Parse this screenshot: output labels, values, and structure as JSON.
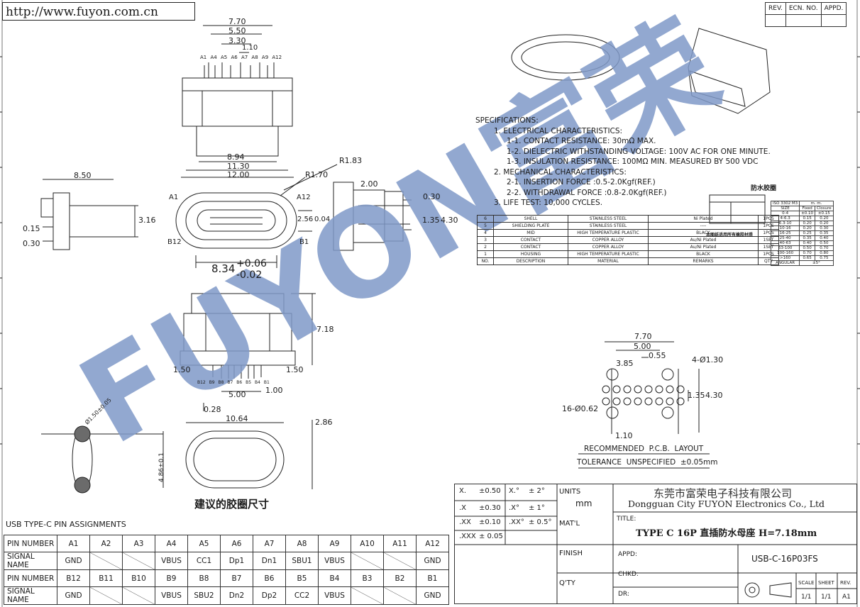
{
  "header": {
    "url": "http://www.fuyon.com.cn",
    "rev_headers": [
      "REV.",
      "ECN. NO.",
      "APPD."
    ]
  },
  "watermark": {
    "text": "FUYON富荣",
    "color": "#7f99c8"
  },
  "top_view": {
    "dims": [
      "7.70",
      "5.50",
      "3.30",
      "1.10",
      "8.94",
      "11.30",
      "12.00"
    ],
    "pins": [
      "A1",
      "A4",
      "A5",
      "A6",
      "A7",
      "A8",
      "A9",
      "A12"
    ]
  },
  "side_view_left": {
    "dims": [
      "8.50",
      "3.16",
      "0.15",
      "0.30"
    ]
  },
  "front_view": {
    "dims": [
      "R1.83",
      "R1.70",
      "2.56",
      "0.04",
      "8.34",
      "+0.06",
      "-0.02"
    ],
    "labels": [
      "A1",
      "A12",
      "B12",
      "B1"
    ]
  },
  "side_view_right": {
    "dims": [
      "2.00",
      "0.30",
      "1.35",
      "4.30"
    ]
  },
  "bottom_view": {
    "dims": [
      "7.18",
      "1.50",
      "1.50",
      "0.28",
      "5.00",
      "1.00"
    ],
    "pins": [
      "B12",
      "B9",
      "B8",
      "B7",
      "B6",
      "B5",
      "B4",
      "B1"
    ]
  },
  "gasket": {
    "dims": [
      "10.64",
      "2.86",
      "4.86±0.1",
      "Ø1.50±0.05"
    ],
    "caption": "建议的胶圈尺寸"
  },
  "pcb_layout": {
    "dims": [
      "7.70",
      "5.00",
      "0.55",
      "3.85",
      "4-Ø1.30",
      "1.35",
      "4.30",
      "16-Ø0.62",
      "1.10"
    ],
    "title": "RECOMMENDED  P.C.B.  LAYOUT",
    "tolerance": "TOLERANCE  UNSPECIFIED  ±0.05mm"
  },
  "specifications": {
    "heading": "SPECIFICATIONS:",
    "lines": [
      {
        "indent": 1,
        "text": "1. ELECTRICAL CHARACTERISTICS:"
      },
      {
        "indent": 2,
        "text": "1-1. CONTACT RESISTANCE: 30mΩ MAX."
      },
      {
        "indent": 2,
        "text": "1-2. DIELECTRIC WITHSTANDING VOLTAGE: 100V AC FOR ONE MINUTE."
      },
      {
        "indent": 2,
        "text": "1-3. INSULATION RESISTANCE: 100MΩ MIN. MEASURED BY 500 VDC"
      },
      {
        "indent": 1,
        "text": "2. MECHANICAL CHARACTERISTICS:"
      },
      {
        "indent": 2,
        "text": "2-1. INSERTION FORCE :0.5-2.0Kgf(REF.)"
      },
      {
        "indent": 2,
        "text": "2-2. WITHDRAWAL FORCE :0.8-2.0Kgf(REF.)"
      },
      {
        "indent": 1,
        "text": "3. LIFE TEST: 10,000 CYCLES."
      }
    ]
  },
  "bom": {
    "rows": [
      [
        "6",
        "SHELL",
        "STAINLESS STEEL",
        "Ni Plated",
        "1PCS"
      ],
      [
        "5",
        "SHIELDING PLATE",
        "STAINLESS STEEL",
        "----",
        "1PCS"
      ],
      [
        "4",
        "MID",
        "HIGH TEMPERATURE PLASTIC",
        "BLACK",
        "1PCS"
      ],
      [
        "3",
        "CONTACT",
        "COPPER ALLOY",
        "Au/Ni Plated",
        "1SET"
      ],
      [
        "2",
        "CONTACT",
        "COPPER ALLOY",
        "Au/Ni Plated",
        "1SET"
      ],
      [
        "1",
        "HOUSING",
        "HIGH TEMPERATURE PLASTIC",
        "BLACK",
        "1PCS"
      ],
      [
        "NO.",
        "DESCRIPTION",
        "MATERIAL",
        "REMARKS",
        "QTY"
      ]
    ]
  },
  "waterproof": {
    "label": "防水胶圈",
    "note": "本图纸适用所有橡胶材质"
  },
  "tol_small": {
    "rows": [
      [
        "ISO 3302 M3",
        "m. m."
      ],
      [
        "SIZE",
        "Fixed",
        "Closure"
      ],
      [
        "0-4",
        "±0.10",
        "±0.15"
      ],
      [
        "4-6.3",
        "0.15",
        "0.20"
      ],
      [
        "6.3-10",
        "0.20",
        "0.20"
      ],
      [
        "10-16",
        "0.20",
        "0.30"
      ],
      [
        "16-25",
        "0.25",
        "0.35"
      ],
      [
        "25-40",
        "0.35",
        "0.40"
      ],
      [
        "40-63",
        "0.40",
        "0.50"
      ],
      [
        "63-100",
        "0.50",
        "0.70"
      ],
      [
        "100-160",
        "0.70",
        "0.80"
      ],
      [
        ">160",
        "0.65",
        "0.75"
      ],
      [
        "ANGULAR",
        "±5°"
      ]
    ]
  },
  "pin_assignments": {
    "caption": "USB TYPE-C PIN ASSIGNMENTS",
    "row_labels": [
      "PIN NUMBER",
      "SIGNAL NAME",
      "PIN NUMBER",
      "SIGNAL NAME"
    ],
    "a_pins": [
      "A1",
      "A2",
      "A3",
      "A4",
      "A5",
      "A6",
      "A7",
      "A8",
      "A9",
      "A10",
      "A11",
      "A12"
    ],
    "a_signals": [
      "GND",
      "",
      "",
      "VBUS",
      "CC1",
      "Dp1",
      "Dn1",
      "SBU1",
      "VBUS",
      "",
      "",
      "GND"
    ],
    "b_pins": [
      "B12",
      "B11",
      "B10",
      "B9",
      "B8",
      "B7",
      "B6",
      "B5",
      "B4",
      "B3",
      "B2",
      "B1"
    ],
    "b_signals": [
      "GND",
      "",
      "",
      "VBUS",
      "SBU2",
      "Dn2",
      "Dp2",
      "CC2",
      "VBUS",
      "",
      "",
      "GND"
    ]
  },
  "title_block": {
    "tolerances": [
      [
        "X.",
        "±0.50",
        "X.°",
        "± 2°"
      ],
      [
        ".X",
        "±0.30",
        ".X°",
        "± 1°"
      ],
      [
        ".XX",
        "±0.10",
        ".XX°",
        "± 0.5°"
      ],
      [
        ".XXX",
        "± 0.05",
        "",
        ""
      ]
    ],
    "units_label": "UNITS",
    "units_value": "mm",
    "matl_label": "MAT'L",
    "finish_label": "FINISH",
    "qty_label": "Q'TY",
    "company_cn": "东莞市富荣电子科技有限公司",
    "company_en": "Dongguan City FUYON Electronics Co., Ltd",
    "title_label": "TITLE:",
    "title_value": "TYPE C 16P 直插防水母座 H=7.18mm",
    "appd_label": "APPD:",
    "chkd_label": "CHKD:",
    "dr_label": "DR:",
    "part_number": "USB-C-16P03FS",
    "scale_label": "SCALE",
    "sheet_label": "SHEET",
    "rev_label": "REV.",
    "scale_value": "1/1",
    "sheet_value": "1/1",
    "rev_value": "A1"
  }
}
